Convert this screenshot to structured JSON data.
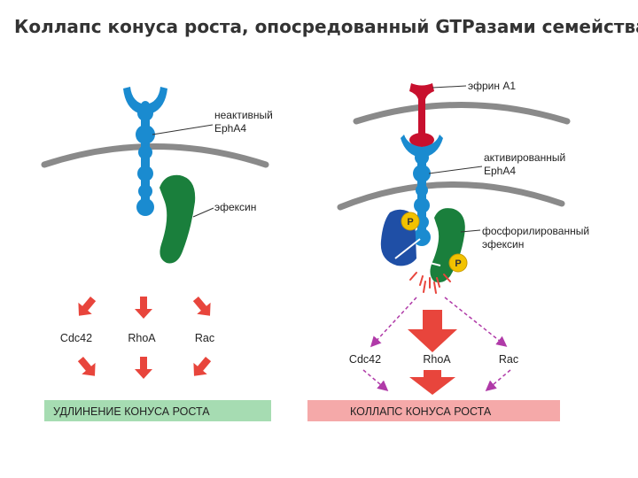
{
  "title": "Коллапс конуса роста, опосредованный GTPазами семейства Rho. ...",
  "left_panel": {
    "receptor_label_line1": "неактивный",
    "receptor_label_line2": "EphA4",
    "ephexin_label": "эфексин",
    "effectors": [
      "Cdc42",
      "RhoA",
      "Rac"
    ],
    "result": "УДЛИНЕНИЕ КОНУСА РОСТА"
  },
  "right_panel": {
    "ligand_label": "эфрин А1",
    "receptor_label_line1": "активированный",
    "receptor_label_line2": "EphA4",
    "ephexin_label_line1": "фосфорилированный",
    "ephexin_label_line2": "эфексин",
    "phospho_marker": "P",
    "effectors": [
      "Cdc42",
      "RhoA",
      "Rac"
    ],
    "result": "КОЛЛАПС КОНУСА РОСТА"
  },
  "colors": {
    "membrane": "#8a8a8a",
    "receptor": "#1a8bd0",
    "ephexin": "#1a7f3c",
    "ligand": "#c8102e",
    "arrow": "#e8453c",
    "dashed_arrow": "#b03aa8",
    "phospho": "#f2c200",
    "elongation_box": "#a6dcb2",
    "collapse_box": "#f5a9a9",
    "active_domain": "#1f4fa6"
  }
}
